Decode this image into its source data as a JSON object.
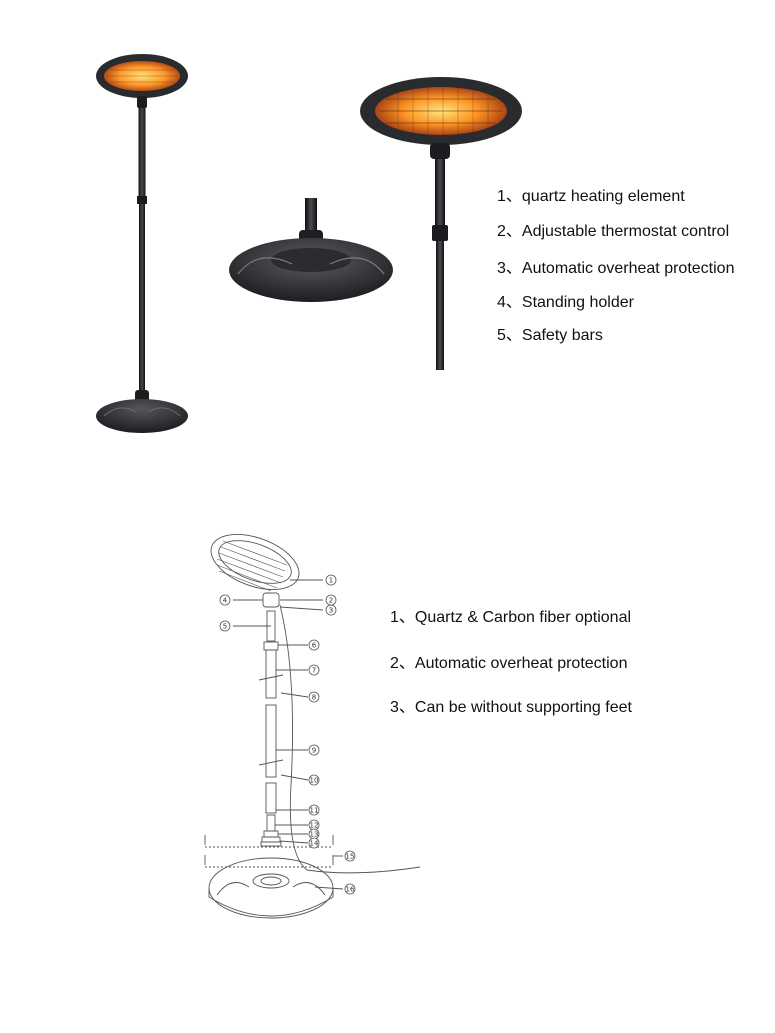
{
  "top_features": [
    "1、quartz heating element",
    "2、Adjustable thermostat control",
    "3、Automatic overheat protection",
    "4、Standing holder",
    "5、Safety bars"
  ],
  "bottom_features": [
    "1、Quartz & Carbon fiber optional",
    "2、Automatic overheat protection",
    "3、Can be without supporting feet"
  ],
  "diagram_callouts": [
    "1",
    "2",
    "3",
    "4",
    "5",
    "6",
    "7",
    "8",
    "9",
    "10",
    "11",
    "12",
    "13",
    "14",
    "15",
    "16"
  ],
  "colors": {
    "body_dark": "#2a2b2f",
    "glow_orange": "#ff8a1c",
    "glow_yellow": "#ffd24a",
    "line_art": "#555555"
  }
}
